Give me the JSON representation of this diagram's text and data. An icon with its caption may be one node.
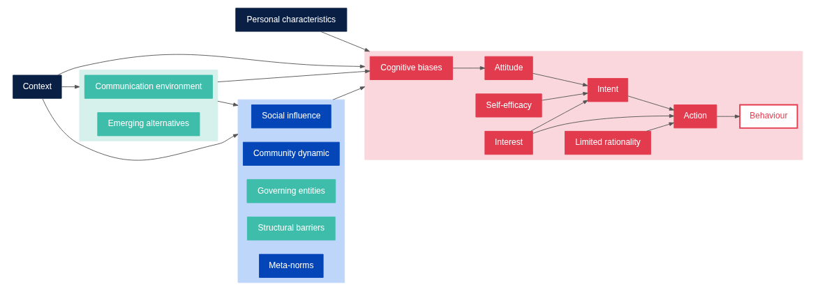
{
  "diagram": {
    "nodes": [
      {
        "text": [
          "Personal characteristics"
        ]
      },
      {
        "text": [],
        "shape": "box"
      },
      {
        "text": [
          "Cognitive biases"
        ],
        "in": 1
      },
      {
        "text": [
          "Self-efficacy"
        ],
        "in": 1
      },
      {
        "text": [
          "Attitude"
        ],
        "in": 1
      },
      {
        "text": [
          "Interest"
        ],
        "in": 1
      },
      {
        "text": [
          "Limited rationality"
        ],
        "in": 1
      },
      {
        "text": [
          "Intent"
        ],
        "in": 1
      },
      {
        "text": [
          "Action"
        ],
        "in": 1
      },
      {
        "text": [
          "Behaviour"
        ],
        "in": 1
      },
      {
        "text": [],
        "shape": "box"
      },
      {
        "text": [
          "Communication environment"
        ],
        "in": 10
      },
      {
        "text": [
          "Emerging alternatives"
        ],
        "in": 10
      },
      {
        "text": [
          "Context"
        ]
      },
      {
        "text": [],
        "shape": "box"
      },
      {
        "text": [
          "Social influence"
        ],
        "in": 14
      },
      {
        "text": [
          "Community dynamic"
        ],
        "in": 14
      },
      {
        "text": [
          "Governing entities"
        ],
        "in": 14
      },
      {
        "text": [
          "Structural barriers"
        ],
        "in": 14
      },
      {
        "text": [
          "Meta-norms"
        ],
        "in": 14
      }
    ],
    "edges": [
      {
        "from": 0,
        "to": 1,
        "arrow": "to"
      },
      {
        "from": 10,
        "to": 2,
        "arrow": "to"
      },
      {
        "from": 2,
        "to": 4,
        "arrow": "to"
      },
      {
        "from": 3,
        "to": 7,
        "arrow": "to"
      },
      {
        "from": 4,
        "to": 7,
        "arrow": "to"
      },
      {
        "from": 5,
        "to": 7,
        "arrow": "to"
      },
      {
        "from": 5,
        "to": 8,
        "arrow": "to"
      },
      {
        "from": 6,
        "to": 8,
        "arrow": "to"
      },
      {
        "from": 7,
        "to": 8,
        "arrow": "to"
      },
      {
        "from": 8,
        "to": 9,
        "arrow": "to"
      },
      {
        "from": 13,
        "to": 1,
        "arrow": "to"
      },
      {
        "from": 13,
        "to": 10,
        "arrow": "to"
      },
      {
        "from": 13,
        "to": 14,
        "arrow": "to"
      },
      {
        "from": 10,
        "to": 14,
        "arrow": "to"
      },
      {
        "from": 14,
        "to": 1,
        "arrow": "to"
      }
    ]
  }
}
